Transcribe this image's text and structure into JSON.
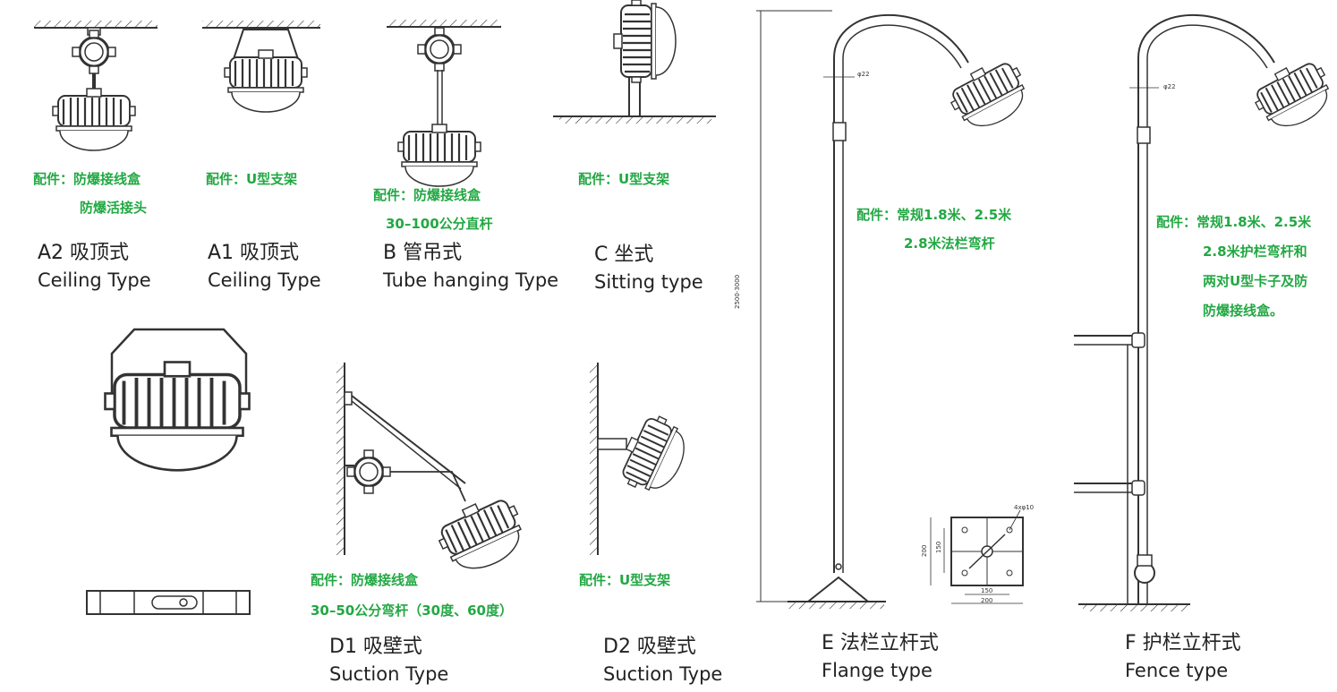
{
  "colors": {
    "accessory_text": "#22a843",
    "caption_text": "#222222",
    "line": "#333333"
  },
  "types": [
    {
      "id": "a2",
      "title": "A2 吸顶式",
      "subtitle": "Ceiling Type",
      "accessories": [
        "配件：防爆接线盒",
        "防爆活接头"
      ]
    },
    {
      "id": "a1",
      "title": "A1 吸顶式",
      "subtitle": "Ceiling Type",
      "accessories": [
        "配件：U型支架"
      ]
    },
    {
      "id": "b",
      "title": "B 管吊式",
      "subtitle": "Tube hanging Type",
      "accessories": [
        "配件：防爆接线盒",
        "30–100公分直杆"
      ]
    },
    {
      "id": "c",
      "title": "C 坐式",
      "subtitle": "Sitting type",
      "accessories": [
        "配件：U型支架"
      ]
    },
    {
      "id": "d1",
      "title": "D1 吸壁式",
      "subtitle": "Suction Type",
      "accessories": [
        "配件：防爆接线盒",
        "30–50公分弯杆（30度、60度）"
      ]
    },
    {
      "id": "d2",
      "title": "D2 吸壁式",
      "subtitle": "Suction Type",
      "accessories": [
        "配件：U型支架"
      ]
    },
    {
      "id": "e",
      "title": "E 法栏立杆式",
      "subtitle": "Flange type",
      "accessories": [
        "配件：常规1.8米、2.5米",
        "2.8米法栏弯杆"
      ]
    },
    {
      "id": "f",
      "title": "F 护栏立杆式",
      "subtitle": "Fence type",
      "accessories": [
        "配件：常规1.8米、2.5米",
        "2.8米护栏弯杆和",
        "两对U型卡子及防",
        "防爆接线盒。"
      ]
    }
  ],
  "dimensions": {
    "e_pipe_dia": "φ22",
    "f_pipe_dia": "φ22",
    "e_height": "2500-3000",
    "flange_hole": "4xφ10",
    "flange_outer": "200",
    "flange_inner": "150",
    "flange_bottom_inner": "150",
    "flange_bottom_outer": "200"
  }
}
